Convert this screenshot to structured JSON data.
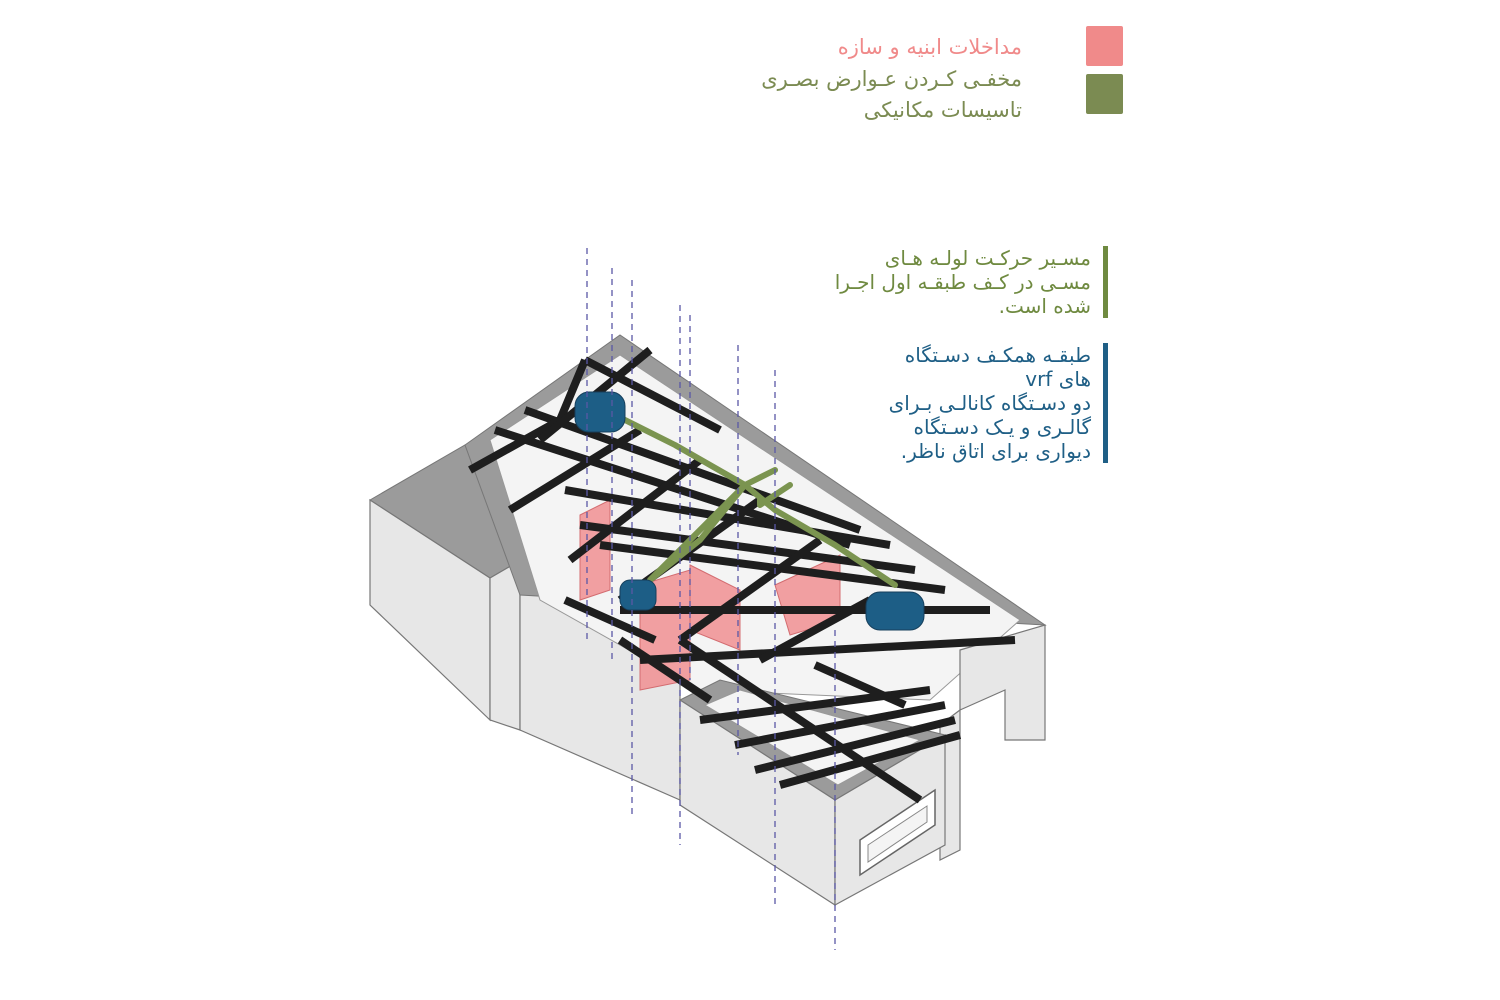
{
  "legend": {
    "items": [
      {
        "label": "مداخلات ابنیه و سازه",
        "color": "#f08a8a"
      },
      {
        "label": "مخفـی کـردن عـوارض بصـری",
        "color": "#7b8b52"
      },
      {
        "label": "تاسیسات مکانیکی",
        "color": "#7b8b52"
      }
    ]
  },
  "notes": {
    "pipes": {
      "text": "مسـیر حرکـت لولـه هـای\nمسـی در کـف طبقـه اول اجـرا\nشده است.",
      "color": "#6f8a40"
    },
    "vrf": {
      "text": "طبقـه همکـف دسـتگاه\nهای vrf\nدو دسـتگاه کانالـی بـرای\nگالـری و یـک دسـتگاه\nدیواری برای اتاق ناظر.",
      "color": "#1f5f86"
    }
  },
  "colors": {
    "beam": "#1e1e1e",
    "pipe": "#7b9450",
    "unit": "#1d5e86",
    "intervention": "#f08f92",
    "wall": "#e7e7e7",
    "wall_top": "#9b9b9b",
    "floor": "#f4f4f4",
    "dash": "#5a58a6"
  }
}
